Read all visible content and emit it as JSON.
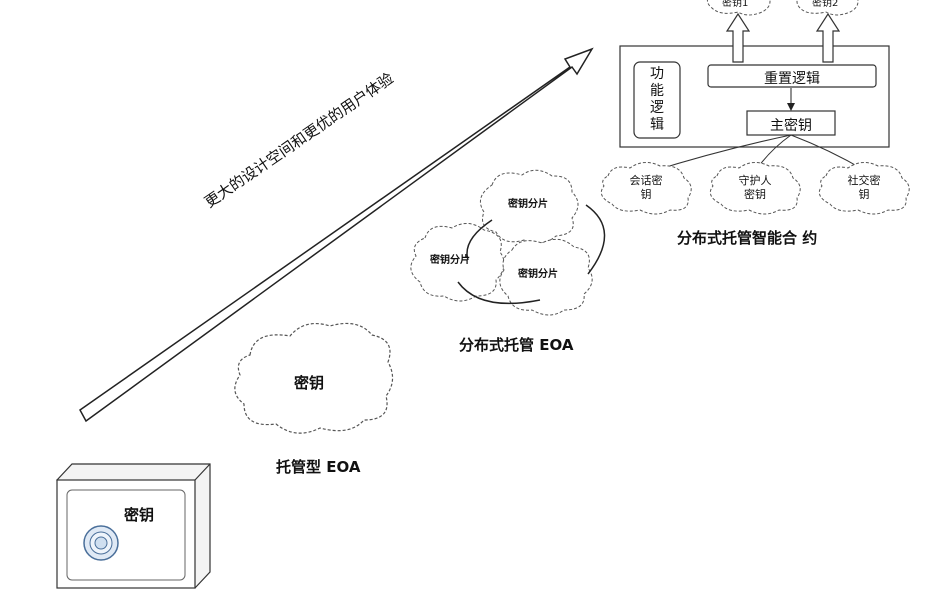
{
  "diagram": {
    "arrow_label": "更大的设计空间和更优的用户体验",
    "safe": {
      "key_label": "密钥"
    },
    "custodial_eoa": {
      "cloud_label": "密钥",
      "caption": "托管型 EOA"
    },
    "distributed_eoa": {
      "shard_labels": [
        "密钥分片",
        "密钥分片",
        "密钥分片"
      ],
      "caption": "分布式托管 EOA"
    },
    "smart_contract": {
      "function_logic": "功能逻辑",
      "reset_logic": "重置逻辑",
      "master_key": "主密钥",
      "session_key": [
        "会话密",
        "钥"
      ],
      "guardian_key": [
        "守护人",
        "密钥"
      ],
      "social_key": [
        "社交密",
        "钥"
      ],
      "top_keys": [
        "密钥1",
        "密钥2"
      ],
      "caption": "分布式托管智能合 约"
    }
  }
}
